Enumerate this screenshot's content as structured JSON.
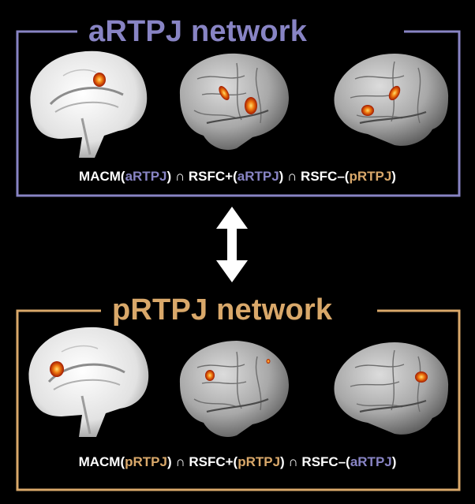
{
  "colors": {
    "background": "#000000",
    "artpj": "#8884c4",
    "prtpj": "#d9a86a",
    "text": "#ffffff",
    "activation": "#e06010"
  },
  "top_panel": {
    "title": "aRTPJ network",
    "formula": {
      "t1": "MACM(",
      "a1": "aRTPJ",
      "t2": ") ∩ RSFC+(",
      "a2": "aRTPJ",
      "t3": ") ∩ RSFC–(",
      "a3": "pRTPJ",
      "t4": ")"
    },
    "brains": [
      "sagittal-medial-view",
      "lateral-view-left",
      "lateral-view-right"
    ]
  },
  "arrow": {
    "icon": "double-headed-arrow-icon"
  },
  "bottom_panel": {
    "title": "pRTPJ network",
    "formula": {
      "t1": "MACM(",
      "a1": "pRTPJ",
      "t2": ") ∩ RSFC+(",
      "a2": "pRTPJ",
      "t3": ") ∩ RSFC–(",
      "a3": "aRTPJ",
      "t4": ")"
    },
    "brains": [
      "sagittal-medial-view",
      "lateral-view-left",
      "lateral-view-right"
    ]
  }
}
